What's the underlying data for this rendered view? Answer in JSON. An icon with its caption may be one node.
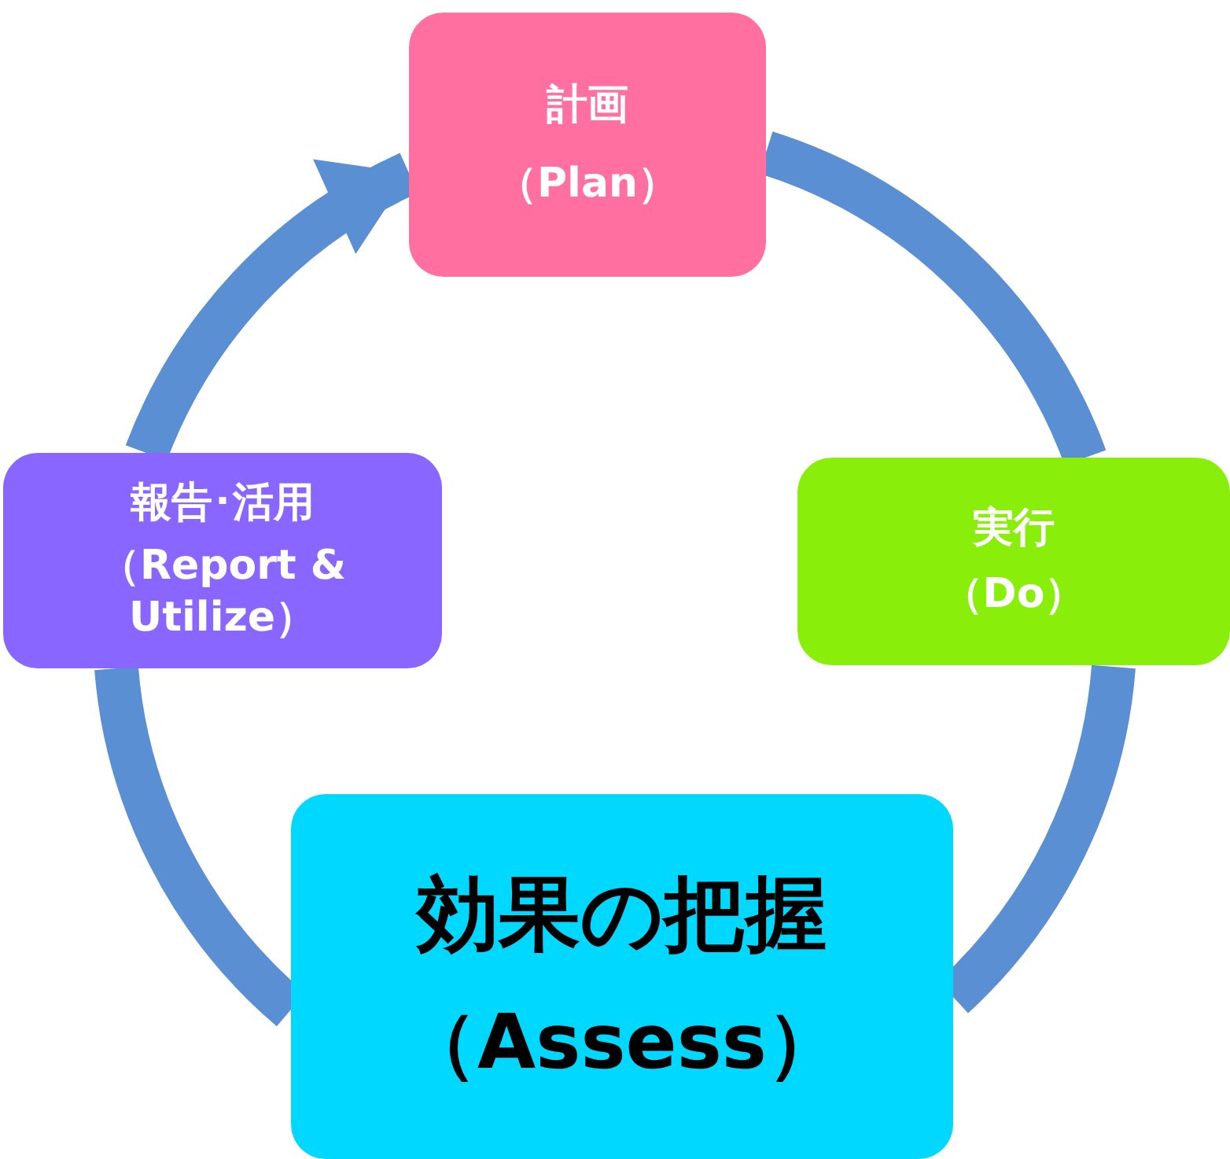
{
  "diagram": {
    "nodes": [
      {
        "text": [
          "計画",
          "（Plan）"
        ]
      },
      {
        "text": [
          "実行",
          "（Do）"
        ]
      },
      {
        "text": [
          "効果の把握",
          "（Assess）"
        ]
      },
      {
        "text": [
          "報告･活用",
          "（Report & Utilize）"
        ]
      }
    ],
    "edges": [
      {
        "from": 0,
        "to": 1,
        "arrow": "none"
      },
      {
        "from": 1,
        "to": 2,
        "arrow": "none"
      },
      {
        "from": 2,
        "to": 3,
        "arrow": "none"
      },
      {
        "from": 3,
        "to": 0,
        "arrow": "to"
      }
    ]
  }
}
